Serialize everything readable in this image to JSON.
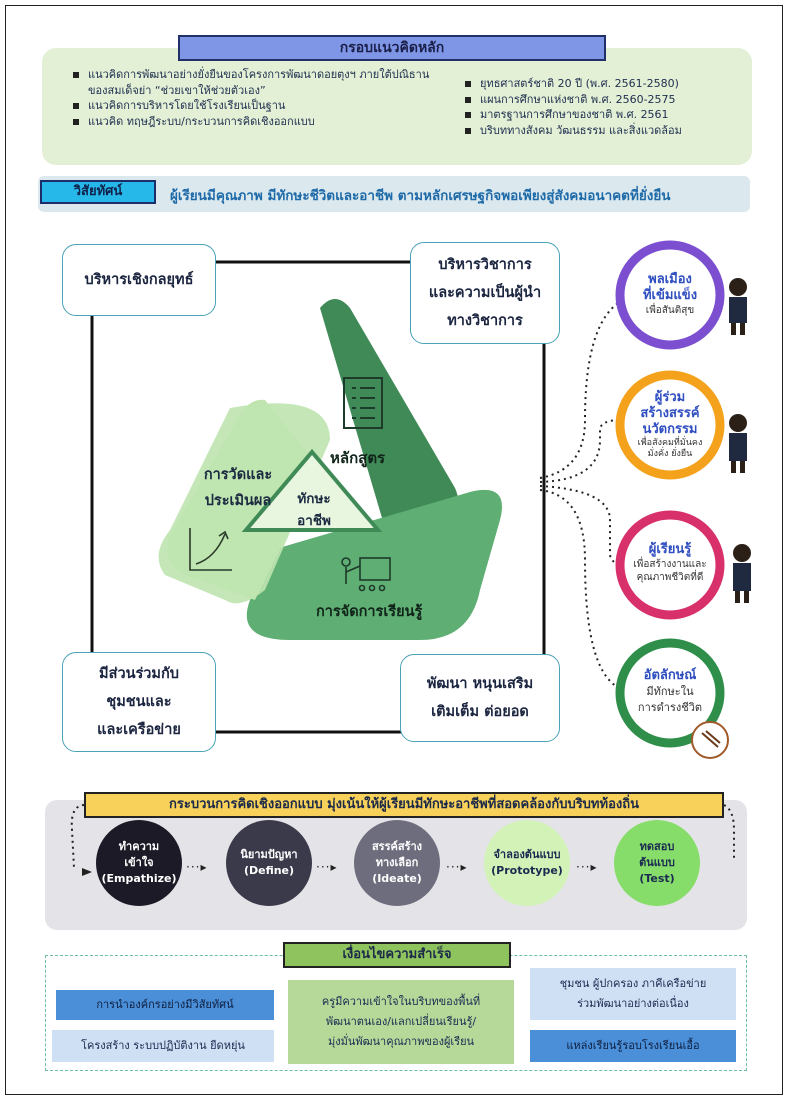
{
  "framework": {
    "title": "กรอบแนวคิดหลัก",
    "left_items": [
      "แนวคิดการพัฒนาอย่างยั่งยืนของโครงการพัฒนาดอยตุงฯ ภายใต้ปณิธานของสมเด็จย่า “ช่วยเขาให้ช่วยตัวเอง”",
      "แนวคิดการบริหารโดยใช้โรงเรียนเป็นฐาน",
      "แนวคิด ทฤษฎีระบบ/กระบวนการคิดเชิงออกแบบ"
    ],
    "right_items": [
      "ยุทธศาสตร์ชาติ 20 ปี (พ.ศ. 2561-2580)",
      "แผนการศึกษาแห่งชาติ พ.ศ. 2560-2575",
      "มาตรฐานการศึกษาของชาติ พ.ศ. 2561",
      "บริบททางสังคม วัฒนธรรม และสิ่งแวดล้อม"
    ]
  },
  "vision": {
    "label": "วิสัยทัศน์",
    "text": "ผู้เรียนมีคุณภาพ มีทักษะชีวิตและอาชีพ ตามหลักเศรษฐกิจพอเพียงสู่สังคมอนาคตที่ยั่งยืน"
  },
  "corners": {
    "top_left": "บริหารเชิงกลยุทธ์",
    "top_right": [
      "บริหารวิชาการ",
      "และความเป็นผู้นำ",
      "ทางวิชาการ"
    ],
    "bottom_left": [
      "มีส่วนร่วมกับ",
      "ชุมชนและ",
      "และเครือข่าย"
    ],
    "bottom_right": [
      "พัฒนา หนุนเสริม",
      "เติมเต็ม ต่อยอด"
    ]
  },
  "triad": {
    "curriculum": "หลักสูตร",
    "assessment": [
      "การวัดและ",
      "ประเมินผล"
    ],
    "learning": "การจัดการเรียนรู้",
    "center": [
      "ทักษะ",
      "อาชีพ"
    ]
  },
  "outcomes": [
    {
      "title": [
        "พลเมือง",
        "ที่เข้มแข็ง"
      ],
      "sub": [
        "เพื่อสันติสุข"
      ],
      "color": "#7b4fd0"
    },
    {
      "title": [
        "ผู้ร่วม",
        "สร้างสรรค์",
        "นวัตกรรม"
      ],
      "sub": [
        "เพื่อสังคมที่มั่นคง",
        "มั่งคั่ง ยั่งยืน"
      ],
      "color": "#f4a21c"
    },
    {
      "title": [
        "ผู้เรียนรู้"
      ],
      "sub": [
        "เพื่อสร้างงานและ",
        "คุณภาพชีวิตที่ดี"
      ],
      "color": "#d8306a"
    },
    {
      "title": [
        "อัตลักษณ์"
      ],
      "sub": [
        "มีทักษะใน",
        "การดำรงชีวิต"
      ],
      "color": "#2f8f4a"
    }
  ],
  "design_thinking": {
    "title": "กระบวนการคิดเชิงออกแบบ มุ่งเน้นให้ผู้เรียนมีทักษะอาชีพที่สอดคล้องกับบริบทท้องถิ่น",
    "steps": [
      {
        "th": [
          "ทำความ",
          "เข้าใจ"
        ],
        "en": "(Empathize)",
        "bg": "#1b1a26",
        "fg": "#ffffff"
      },
      {
        "th": [
          "นิยามปัญหา"
        ],
        "en": "(Define)",
        "bg": "#3b3a4a",
        "fg": "#ffffff"
      },
      {
        "th": [
          "สรรค์สร้าง",
          "ทางเลือก"
        ],
        "en": "(Ideate)",
        "bg": "#6e6d7d",
        "fg": "#ffffff"
      },
      {
        "th": [
          "จำลองต้นแบบ"
        ],
        "en": "(Prototype)",
        "bg": "#d2f2b8",
        "fg": "#1b2a50"
      },
      {
        "th": [
          "ทดสอบ",
          "ต้นแบบ"
        ],
        "en": "(Test)",
        "bg": "#86dd6a",
        "fg": "#1b2a50"
      }
    ]
  },
  "success": {
    "title": "เงื่อนไขความสำเร็จ",
    "left_top": "การนำองค์กรอย่างมีวิสัยทัศน์",
    "left_bottom": "โครงสร้าง ระบบปฏิบัติงาน ยืดหยุ่น",
    "middle": [
      "ครูมีความเข้าใจในบริบทของพื้นที่",
      "พัฒนาตนเอง/แลกเปลี่ยนเรียนรู้/",
      "มุ่งมั่นพัฒนาคุณภาพของผู้เรียน"
    ],
    "right_top": [
      "ชุมชน ผู้ปกครอง ภาคีเครือข่าย",
      "ร่วมพัฒนาอย่างต่อเนื่อง"
    ],
    "right_bottom": "แหล่งเรียนรู้รอบโรงเรียนเอื้อ"
  }
}
